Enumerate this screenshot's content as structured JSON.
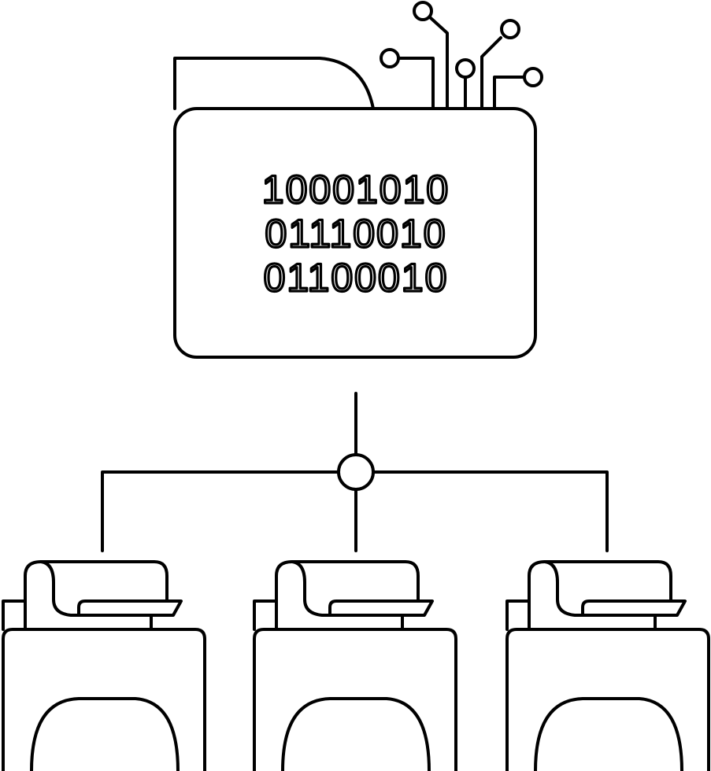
{
  "illustration": {
    "line_color": "#000000",
    "background": "#ffffff",
    "main_folder": {
      "icon": "data-folder-icon",
      "binary_rows": [
        "10001010",
        "01110010",
        "01100010"
      ]
    },
    "network_icon": "hierarchy-connector-icon",
    "child_folders": [
      {
        "icon": "document-folder-icon"
      },
      {
        "icon": "document-folder-icon"
      },
      {
        "icon": "document-folder-icon"
      }
    ]
  }
}
